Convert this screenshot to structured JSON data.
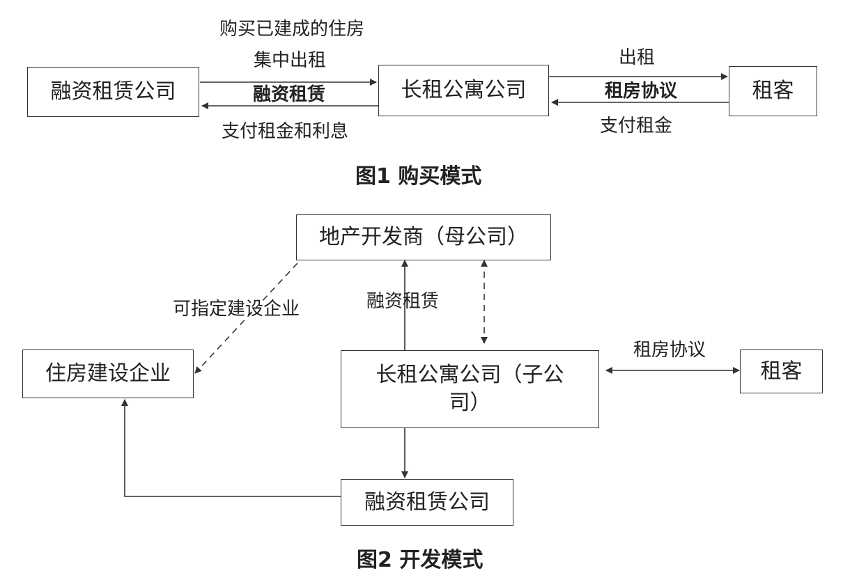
{
  "figure1": {
    "caption": "图1  购买模式",
    "boxes": {
      "finance": "融资租赁公司",
      "apartment": "长租公寓公司",
      "tenant": "租客"
    },
    "labels": {
      "buy_built": "购买已建成的住房",
      "centralized_rent": "集中出租",
      "finance_lease": "融资租赁",
      "pay_rent_interest": "支付租金和利息",
      "rent_out": "出租",
      "rental_agreement": "租房协议",
      "pay_rent": "支付租金"
    }
  },
  "figure2": {
    "caption": "图2  开发模式",
    "boxes": {
      "developer": "地产开发商（母公司）",
      "construction": "住房建设企业",
      "apartment": "长租公寓公司（子公司）",
      "tenant": "租客",
      "finance": "融资租赁公司"
    },
    "labels": {
      "designate_construction": "可指定建设企业",
      "finance_lease": "融资租赁",
      "rental_agreement": "租房协议"
    }
  }
}
